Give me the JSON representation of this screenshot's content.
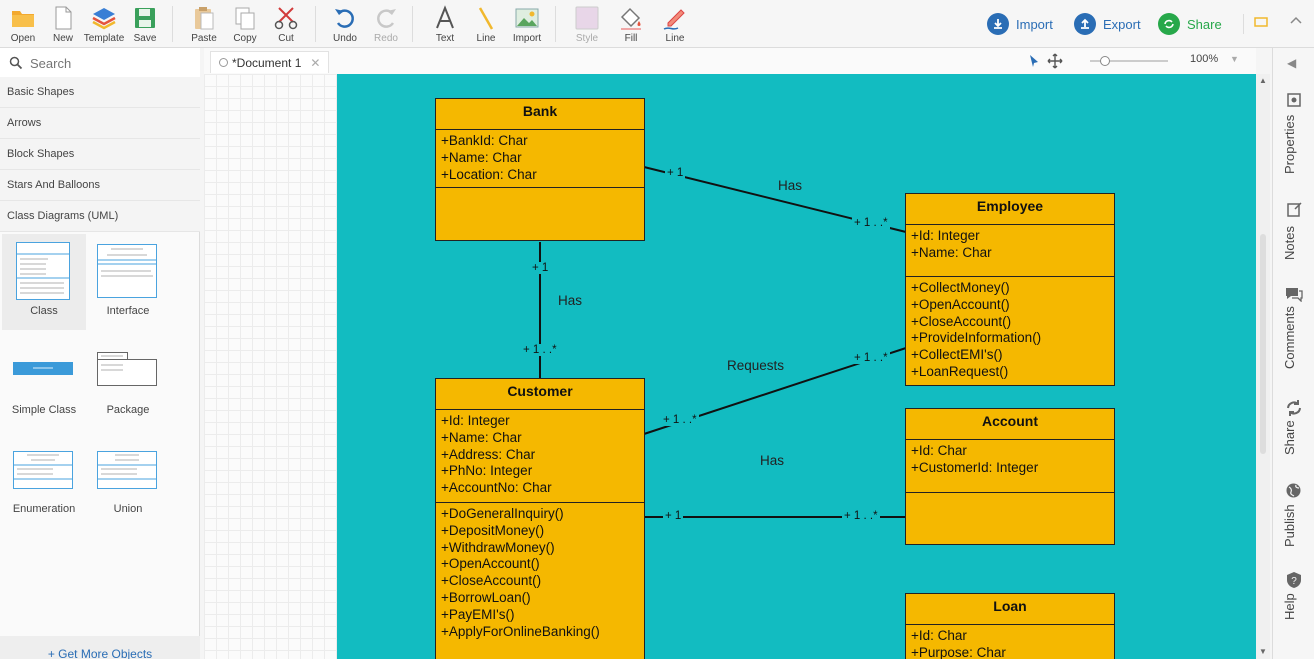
{
  "toolbar": {
    "open": "Open",
    "new": "New",
    "template": "Template",
    "save": "Save",
    "paste": "Paste",
    "copy": "Copy",
    "cut": "Cut",
    "undo": "Undo",
    "redo": "Redo",
    "text": "Text",
    "line": "Line",
    "import": "Import",
    "style": "Style",
    "fill": "Fill",
    "line2": "Line",
    "import_action": "Import",
    "export_action": "Export",
    "share_action": "Share"
  },
  "sidebar": {
    "search_placeholder": "Search",
    "categories": [
      "Basic Shapes",
      "Arrows",
      "Block Shapes",
      "Stars And Balloons",
      "Class Diagrams (UML)"
    ],
    "shapes": [
      "Class",
      "Interface",
      "Simple Class",
      "Package",
      "Enumeration",
      "Union"
    ],
    "more": "+ Get More Objects"
  },
  "tab": {
    "title": "*Document 1"
  },
  "zoom": "100%",
  "diagram": {
    "bank": {
      "title": "Bank",
      "attributes": [
        "+BankId: Char",
        "+Name: Char",
        "+Location: Char"
      ]
    },
    "employee": {
      "title": "Employee",
      "attributes": [
        "+Id: Integer",
        "+Name: Char"
      ],
      "methods": [
        "+CollectMoney()",
        "+OpenAccount()",
        "+CloseAccount()",
        "+ProvideInformation()",
        "+CollectEMI's()",
        "+LoanRequest()"
      ]
    },
    "customer": {
      "title": "Customer",
      "attributes": [
        "+Id: Integer",
        "+Name: Char",
        "+Address: Char",
        "+PhNo: Integer",
        "+AccountNo: Char"
      ],
      "methods": [
        "+DoGeneralInquiry()",
        "+DepositMoney()",
        "+WithdrawMoney()",
        "+OpenAccount()",
        "+CloseAccount()",
        "+BorrowLoan()",
        "+PayEMI's()",
        "+ApplyForOnlineBanking()"
      ]
    },
    "account": {
      "title": "Account",
      "attributes": [
        "+Id: Char",
        "+CustomerId: Integer"
      ]
    },
    "loan": {
      "title": "Loan",
      "attributes": [
        "+Id: Char",
        "+Purpose: Char"
      ]
    },
    "multiplicities": {
      "one": "+ 1",
      "many": "+ 1 . .*"
    },
    "relations": {
      "bank_employee": "Has",
      "bank_customer": "Has",
      "customer_employee": "Requests",
      "customer_account": "Has"
    }
  },
  "right_panel": [
    "Properties",
    "Notes",
    "Comments",
    "Share",
    "Publish",
    "Help"
  ],
  "colors": {
    "diagram_bg": "#12bcc1",
    "class_fill": "#f5b800",
    "accent": "#2a6db5",
    "share": "#27a84a"
  }
}
